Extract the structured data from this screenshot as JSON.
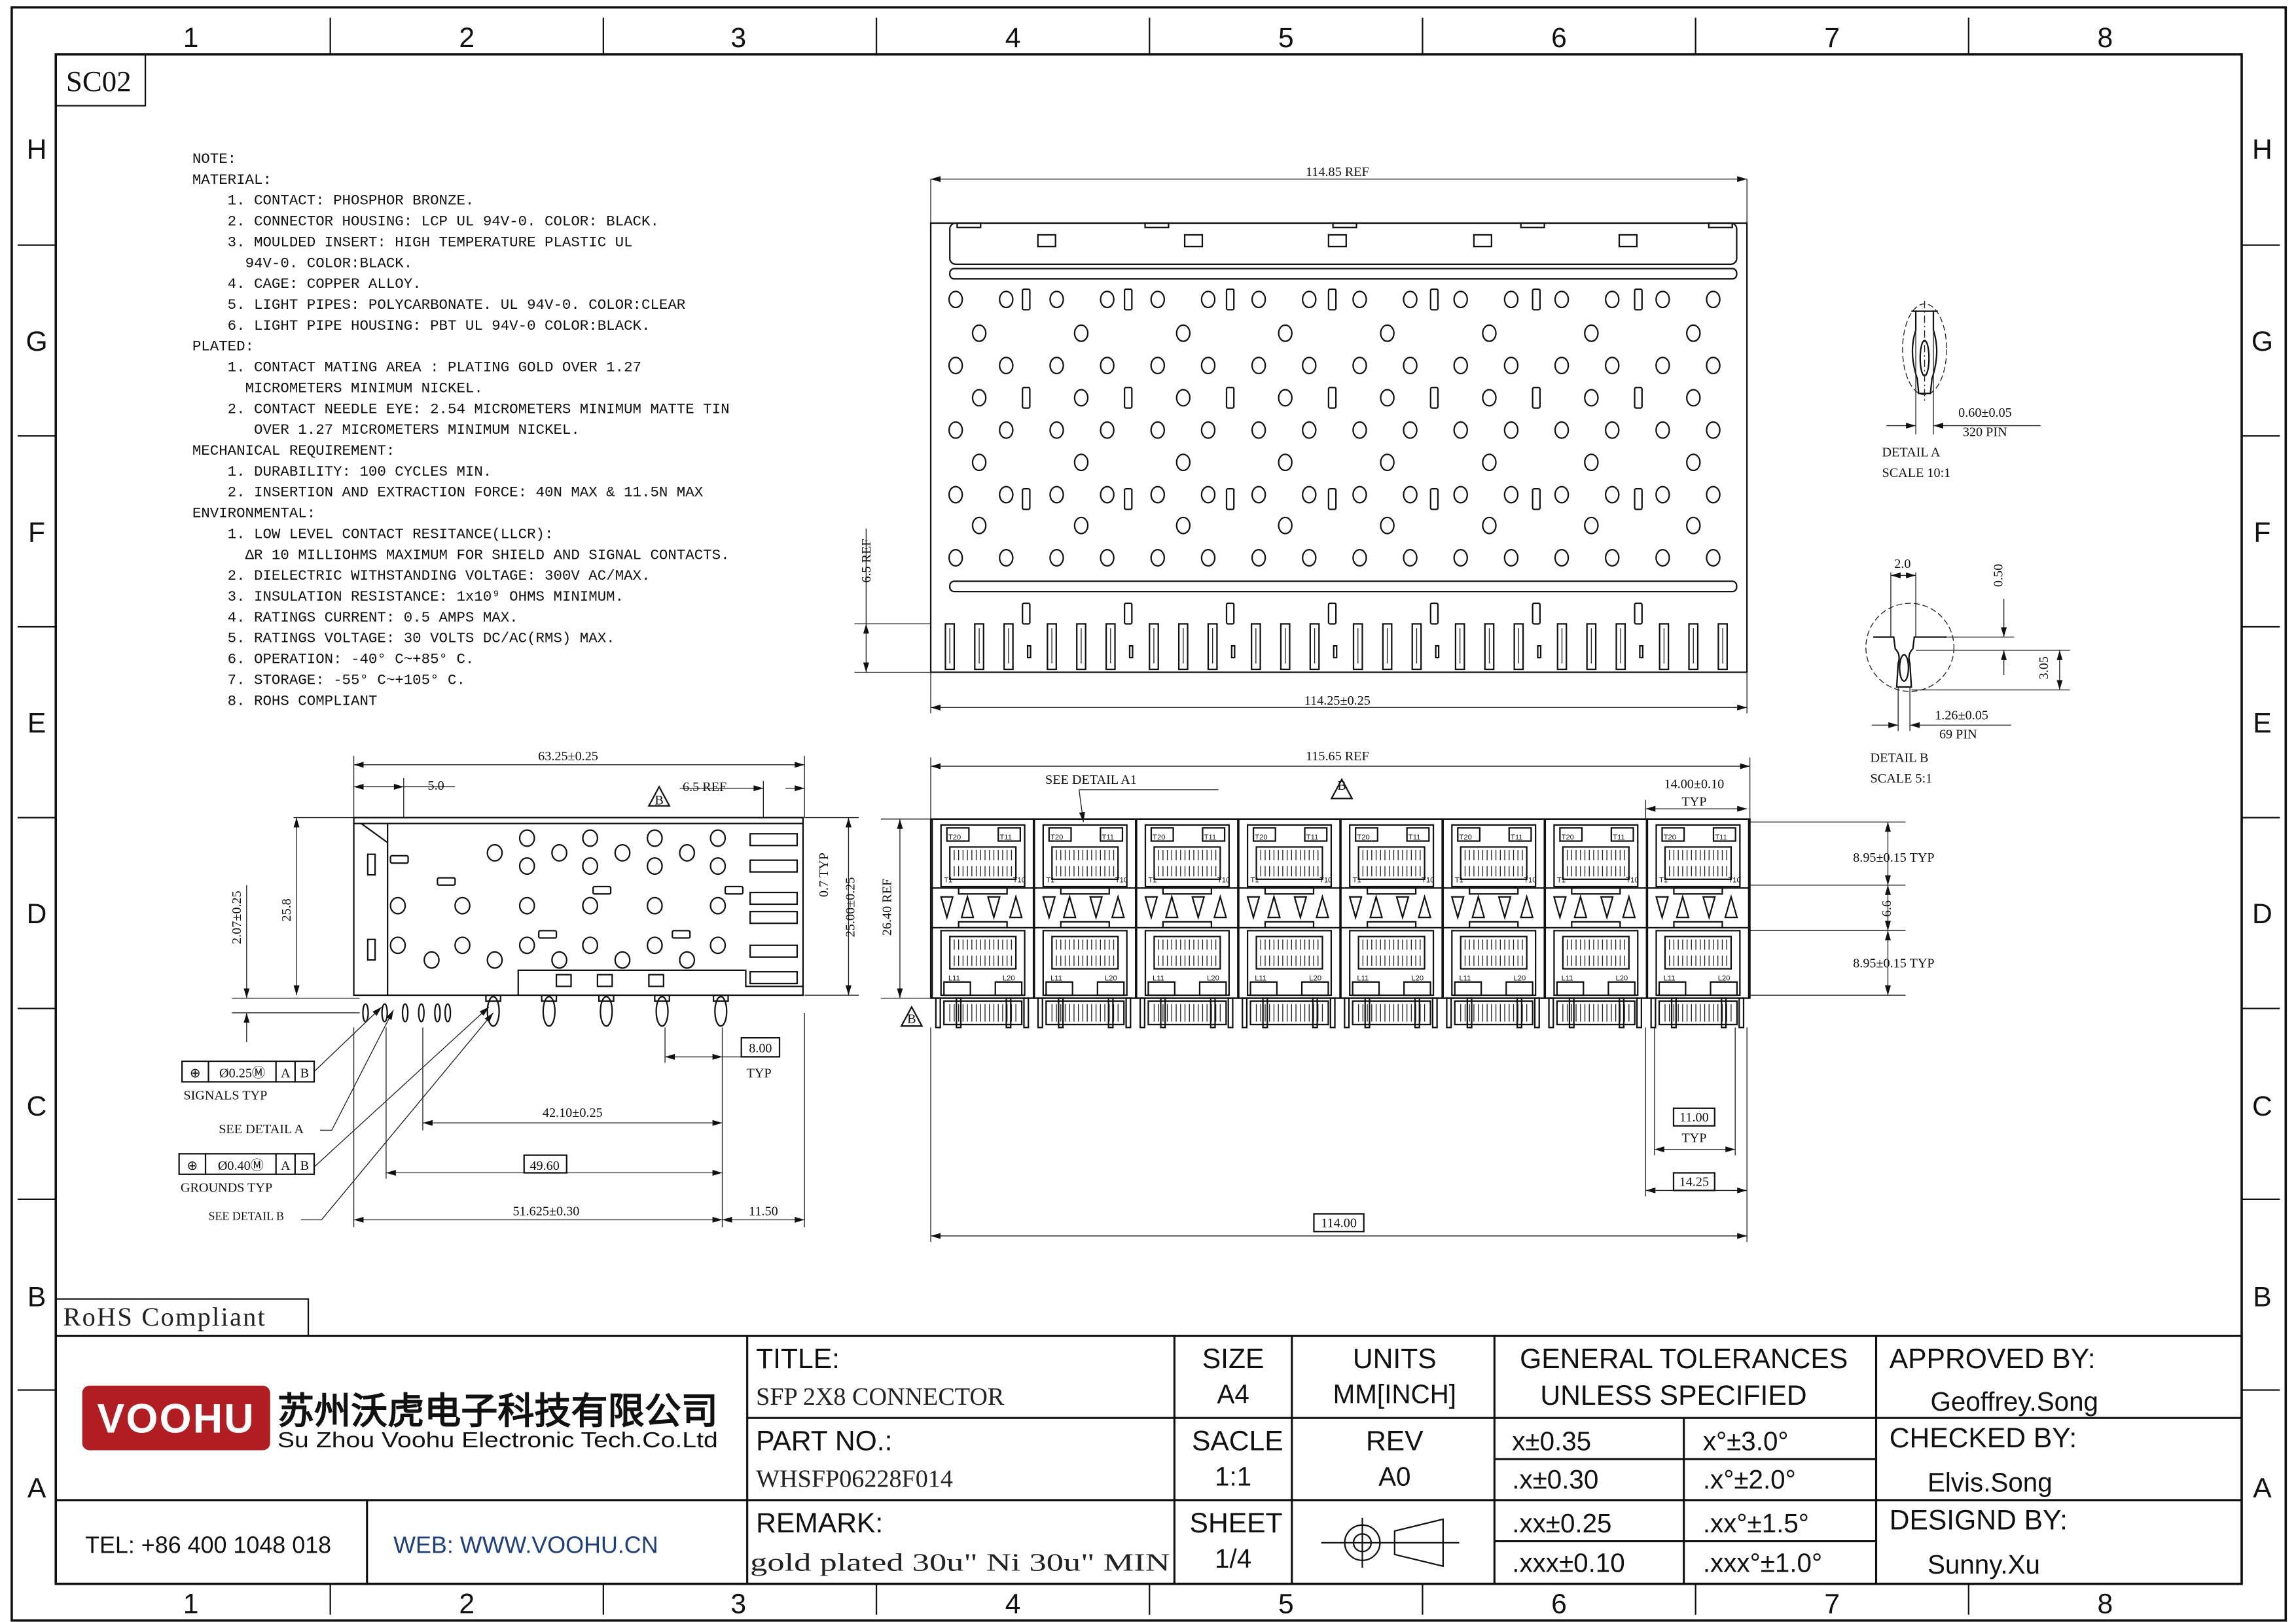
{
  "sheet_code": "SC02",
  "zones": {
    "columns": [
      "1",
      "2",
      "3",
      "4",
      "5",
      "6",
      "7",
      "8"
    ],
    "rows": [
      "H",
      "G",
      "F",
      "E",
      "D",
      "C",
      "B",
      "A"
    ]
  },
  "notes": [
    {
      "level": 0,
      "text": "NOTE:"
    },
    {
      "level": 0,
      "text": "MATERIAL:"
    },
    {
      "level": 1,
      "text": "1. CONTACT: PHOSPHOR BRONZE."
    },
    {
      "level": 1,
      "text": "2. CONNECTOR HOUSING: LCP UL 94V-0. COLOR: BLACK."
    },
    {
      "level": 1,
      "text": "3. MOULDED INSERT: HIGH TEMPERATURE PLASTIC UL"
    },
    {
      "level": 2,
      "text": "94V-0. COLOR:BLACK."
    },
    {
      "level": 1,
      "text": "4. CAGE: COPPER ALLOY."
    },
    {
      "level": 1,
      "text": "5. LIGHT PIPES: POLYCARBONATE. UL 94V-0. COLOR:CLEAR"
    },
    {
      "level": 1,
      "text": "6. LIGHT PIPE HOUSING: PBT UL 94V-0 COLOR:BLACK."
    },
    {
      "level": 0,
      "text": "PLATED:"
    },
    {
      "level": 1,
      "text": "1. CONTACT MATING AREA : PLATING GOLD OVER 1.27"
    },
    {
      "level": 2,
      "text": "MICROMETERS MINIMUM NICKEL."
    },
    {
      "level": 1,
      "text": "2. CONTACT NEEDLE EYE: 2.54 MICROMETERS MINIMUM MATTE TIN"
    },
    {
      "level": 3,
      "text": "OVER 1.27 MICROMETERS MINIMUM NICKEL."
    },
    {
      "level": 0,
      "text": "MECHANICAL REQUIREMENT:"
    },
    {
      "level": 1,
      "text": "1. DURABILITY: 100 CYCLES MIN."
    },
    {
      "level": 1,
      "text": "2. INSERTION AND EXTRACTION FORCE: 40N MAX & 11.5N MAX"
    },
    {
      "level": 0,
      "text": "ENVIRONMENTAL:"
    },
    {
      "level": 1,
      "text": "1. LOW LEVEL CONTACT RESITANCE(LLCR):"
    },
    {
      "level": 2,
      "text": "ΔR 10 MILLIOHMS MAXIMUM FOR SHIELD AND SIGNAL CONTACTS."
    },
    {
      "level": 1,
      "text": "2. DIELECTRIC WITHSTANDING VOLTAGE: 300V AC/MAX."
    },
    {
      "level": 1,
      "text": "3. INSULATION RESISTANCE: 1x10⁹ OHMS MINIMUM."
    },
    {
      "level": 1,
      "text": "4. RATINGS CURRENT: 0.5 AMPS MAX."
    },
    {
      "level": 1,
      "text": "5. RATINGS VOLTAGE: 30 VOLTS DC/AC(RMS) MAX."
    },
    {
      "level": 1,
      "text": "6. OPERATION: -40° C~+85° C."
    },
    {
      "level": 1,
      "text": "7. STORAGE:   -55° C~+105° C."
    },
    {
      "level": 1,
      "text": "8. ROHS COMPLIANT"
    }
  ],
  "top_view": {
    "width_ref": "114.85 REF",
    "width": "114.25±0.25",
    "height_ref": "6.5 REF"
  },
  "detail_a": {
    "dim": "0.60±0.05",
    "count": "320 PIN",
    "title": "DETAIL A",
    "scale": "SCALE 10:1"
  },
  "detail_b": {
    "width": "2.0",
    "offset": "0.50",
    "height": "3.05",
    "dim": "1.26±0.05",
    "count": "69 PIN",
    "title": "DETAIL B",
    "scale": "SCALE 5:1"
  },
  "side_view": {
    "overall": "63.25±0.25",
    "front": "5.0",
    "datum": "B",
    "ref": "6.5 REF",
    "lip": "0.7 TYP",
    "body_height": "25.00±0.25",
    "height": "25.8",
    "pin_len": "2.07±0.25",
    "pitch": "8.00",
    "typ": "TYP",
    "p1": "42.10±0.25",
    "p2": "49.60",
    "p3": "51.625±0.30",
    "p4": "11.50",
    "fcf_signals": {
      "sym": "⊕",
      "tol": "Ø0.25Ⓜ",
      "a": "A",
      "b": "B"
    },
    "signals_label": "SIGNALS TYP",
    "see_a": "SEE DETAIL A",
    "fcf_grounds": {
      "sym": "⊕",
      "tol": "Ø0.40Ⓜ",
      "a": "A",
      "b": "B"
    },
    "grounds_label": "GROUNDS TYP",
    "see_b": "SEE DETAIL B"
  },
  "front_view": {
    "overall_ref": "115.65 REF",
    "see_a1": "SEE DETAIL A1",
    "datum": "B",
    "port_pitch": "14.00±0.10",
    "typ": "TYP",
    "height_ref": "26.40 REF",
    "upper": "8.95±0.15 TYP",
    "gap": "6.6",
    "lower": "8.95±0.15 TYP",
    "pin_w": "11.00",
    "pin_pitch": "14.25",
    "total": "114.00",
    "port_labels": {
      "t20": "T20",
      "t11": "T11",
      "t1": "T1",
      "t10": "T10",
      "l11": "L11",
      "l20": "L20"
    }
  },
  "rohs": "RoHS Compliant",
  "title_block": {
    "logo_text": "VOOHU",
    "company_cn": "苏州沃虎电子科技有限公司",
    "company_en": "Su Zhou Voohu Electronic Tech.Co.Ltd",
    "tel": "TEL: +86 400 1048 018",
    "web": "WEB: WWW.VOOHU.CN",
    "title_label": "TITLE:",
    "title": "SFP 2X8 CONNECTOR",
    "part_label": "PART NO.:",
    "part": "WHSFP06228F014",
    "remark_label": "REMARK:",
    "remark": "gold plated 30u\" Ni 30u\" MIN",
    "size_label": "SIZE",
    "size": "A4",
    "units_label": "UNITS",
    "units": "MM[INCH]",
    "scale_label": "SACLE",
    "scale": "1:1",
    "rev_label": "REV",
    "rev": "A0",
    "sheet_label": "SHEET",
    "sheet": "1/4",
    "tol_label1": "GENERAL TOLERANCES",
    "tol_label2": "UNLESS SPECIFIED",
    "tolerances": [
      {
        "linear": "x±0.35",
        "angular": "x°±3.0°"
      },
      {
        "linear": ".x±0.30",
        "angular": ".x°±2.0°"
      },
      {
        "linear": ".xx±0.25",
        "angular": ".xx°±1.5°"
      },
      {
        "linear": ".xxx±0.10",
        "angular": ".xxx°±1.0°"
      }
    ],
    "approved_label": "APPROVED BY:",
    "approved": "Geoffrey.Song",
    "checked_label": "CHECKED BY:",
    "checked": "Elvis.Song",
    "designed_label": "DESIGND BY:",
    "designed": "Sunny.Xu"
  },
  "colors": {
    "logo_red": "#b01e24",
    "web_blue": "#1f3f7a",
    "ink": "#111111"
  }
}
